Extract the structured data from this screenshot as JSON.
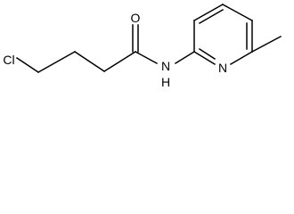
{
  "molecule": {
    "atoms": {
      "chlorine": "Cl",
      "oxygen": "O",
      "amide_nitrogen": "N",
      "amide_hydrogen": "H",
      "ring_nitrogen": "N"
    },
    "colors": {
      "bond": "#000000",
      "label": "#000000",
      "background": "#ffffff"
    }
  }
}
